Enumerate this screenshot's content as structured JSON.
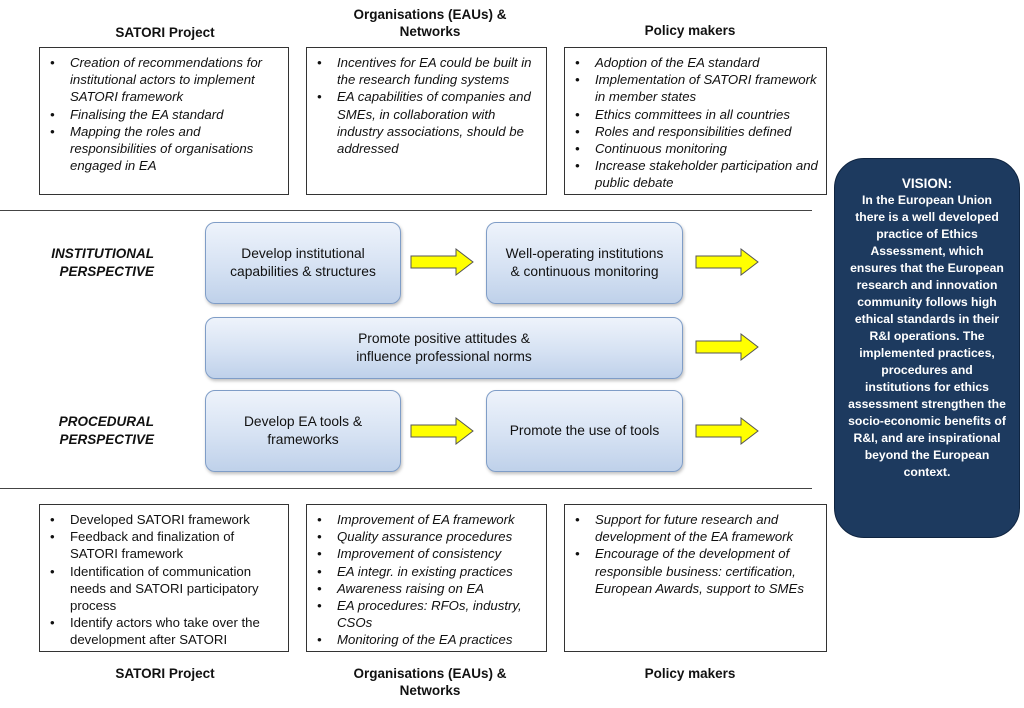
{
  "top_headers": [
    "SATORI Project",
    "Organisations (EAUs) & Networks",
    "Policy makers"
  ],
  "top_boxes": [
    [
      "Creation of recommendations for institutional actors to implement SATORI framework",
      "Finalising the EA standard",
      "Mapping the roles and responsibilities of organisations engaged  in EA"
    ],
    [
      "Incentives for EA could be built in the research funding systems",
      "EA capabilities of companies and SMEs, in collaboration with industry associations, should be addressed"
    ],
    [
      "Adoption of the EA standard",
      "Implementation of SATORI framework in member states",
      "Ethics committees in all countries",
      "Roles and responsibilities defined",
      "Continuous monitoring",
      "Increase stakeholder participation and public debate"
    ]
  ],
  "perspectives": {
    "institutional": "INSTITUTIONAL\nPERSPECTIVE",
    "procedural": "PROCEDURAL\nPERSPECTIVE"
  },
  "process": {
    "develop_capabilities": "Develop institutional\ncapabilities & structures",
    "well_operating": "Well-operating institutions\n& continuous monitoring",
    "promote_attitudes": "Promote positive attitudes &\ninfluence professional norms",
    "develop_tools": "Develop EA tools &\nframeworks",
    "promote_use": "Promote the use of tools"
  },
  "vision": {
    "title": "VISION:",
    "body": "In the European Union there is a well developed practice of Ethics Assessment, which ensures that the European research and innovation community follows high ethical standards in their R&I operations. The implemented practices, procedures and institutions for ethics assessment strengthen the socio-economic benefits of R&I, and are inspirational beyond the European context."
  },
  "bottom_boxes": [
    [
      "Developed SATORI framework",
      "Feedback and finalization of SATORI framework",
      "Identification of communication needs and SATORI participatory process",
      "Identify actors who take over the development  after SATORI"
    ],
    [
      "Improvement  of EA framework",
      "Quality assurance procedures",
      "Improvement of consistency",
      "EA integr. in existing  practices",
      "Awareness raising on EA",
      "EA procedures: RFOs, industry, CSOs",
      "Monitoring of the EA practices"
    ],
    [
      "Support for future research and development  of the EA framework",
      "Encourage of the development of responsible business: certification, European Awards, support to SMEs"
    ]
  ],
  "bottom_headers": [
    "SATORI Project",
    "Organisations (EAUs) & Networks",
    "Policy makers"
  ],
  "colors": {
    "vision_bg": "#1d3a5f",
    "arrow_fill": "#ffff00",
    "pill_border": "#7f9dc7"
  }
}
